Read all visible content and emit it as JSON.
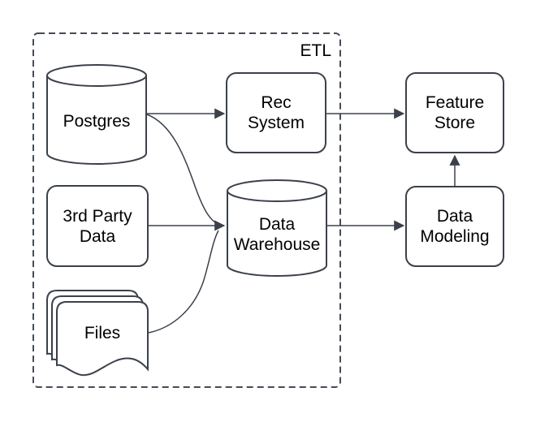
{
  "title": "ETL data pipeline diagram",
  "colors": {
    "background": "#ffffff",
    "shape_fill": "#ffffff",
    "shape_stroke": "#3b414a",
    "edge_stroke": "#3b414a",
    "container_stroke": "#454c56",
    "text": "#000000"
  },
  "container": {
    "label": "ETL"
  },
  "nodes": [
    {
      "id": "postgres",
      "label": "Postgres",
      "shape": "cylinder"
    },
    {
      "id": "third-party-data",
      "label": "3rd Party Data",
      "shape": "rounded-rectangle"
    },
    {
      "id": "files",
      "label": "Files",
      "shape": "document-stack"
    },
    {
      "id": "rec-system",
      "label": "Rec System",
      "shape": "rounded-rectangle"
    },
    {
      "id": "data-warehouse",
      "label": "Data Warehouse",
      "shape": "cylinder"
    },
    {
      "id": "feature-store",
      "label": "Feature Store",
      "shape": "rounded-rectangle"
    },
    {
      "id": "data-modeling",
      "label": "Data Modeling",
      "shape": "rounded-rectangle"
    }
  ],
  "edges": [
    {
      "from": "Postgres",
      "to": "Rec System",
      "style": "straight-arrow"
    },
    {
      "from": "Postgres",
      "to": "Data Warehouse",
      "style": "curved-line"
    },
    {
      "from": "3rd Party Data",
      "to": "Data Warehouse",
      "style": "straight-arrow"
    },
    {
      "from": "Files",
      "to": "Data Warehouse",
      "style": "curved-line"
    },
    {
      "from": "Rec System",
      "to": "Feature Store",
      "style": "straight-arrow"
    },
    {
      "from": "Data Warehouse",
      "to": "Data Modeling",
      "style": "straight-arrow"
    },
    {
      "from": "Data Modeling",
      "to": "Feature Store",
      "style": "straight-arrow-up"
    }
  ]
}
